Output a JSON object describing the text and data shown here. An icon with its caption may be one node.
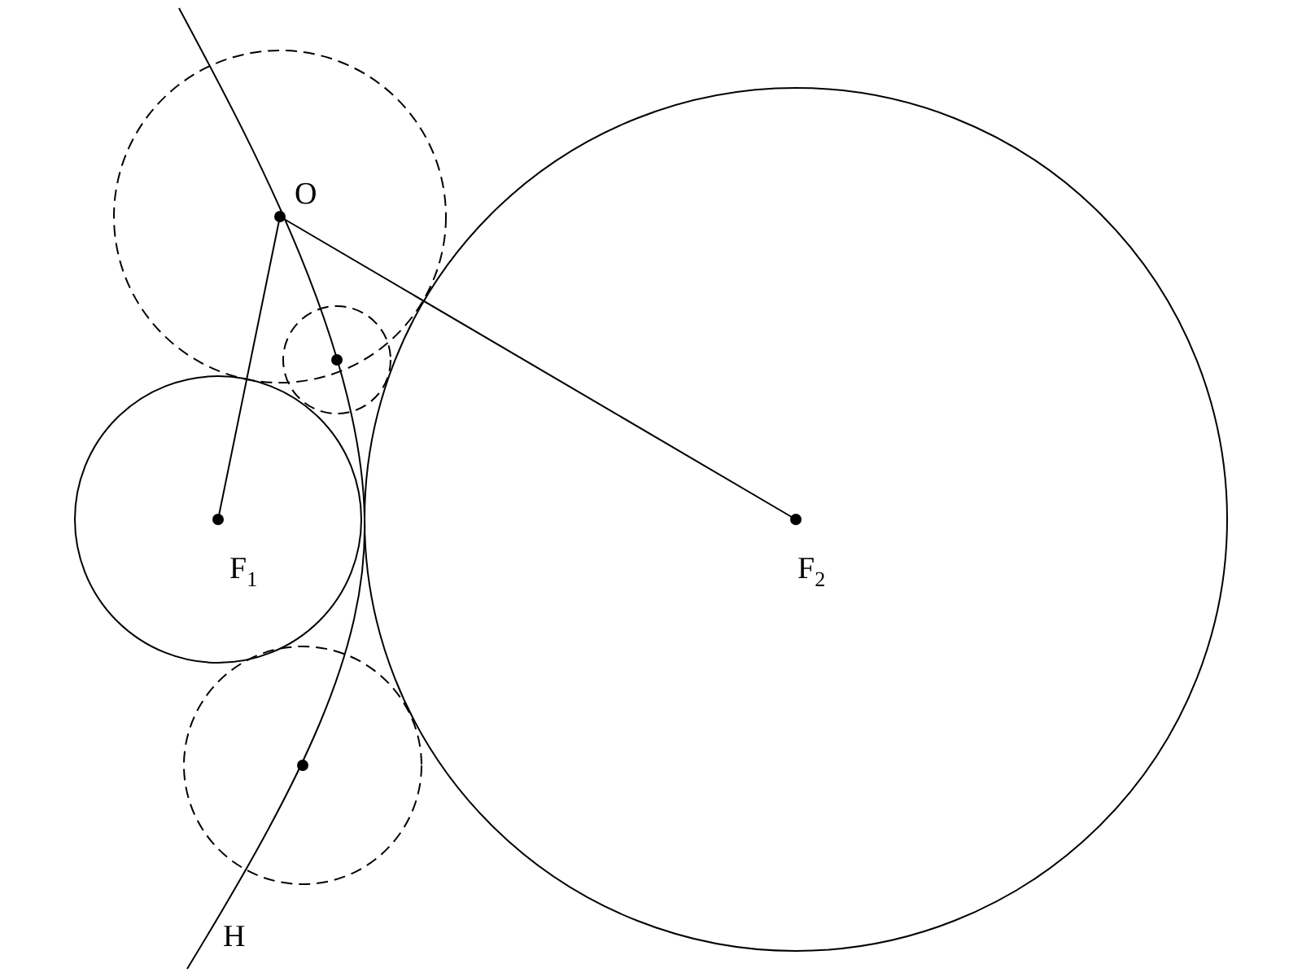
{
  "diagram": {
    "labels": [
      "O",
      "F$_{1}$",
      "F$_{2}$",
      "H"
    ]
  }
}
